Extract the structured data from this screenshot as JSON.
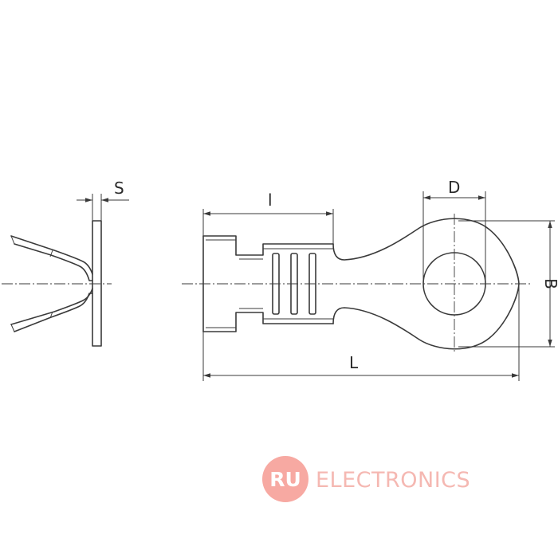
{
  "dimensions": {
    "s_label": "S",
    "small_l_label": "l",
    "d_label": "D",
    "big_l_label": "L",
    "b_label": "B"
  },
  "watermark": {
    "badge_text": "RU",
    "brand_text": "ELECTRONICS",
    "badge_color": "#f7a9a2",
    "text_color": "#f5b8b2"
  }
}
